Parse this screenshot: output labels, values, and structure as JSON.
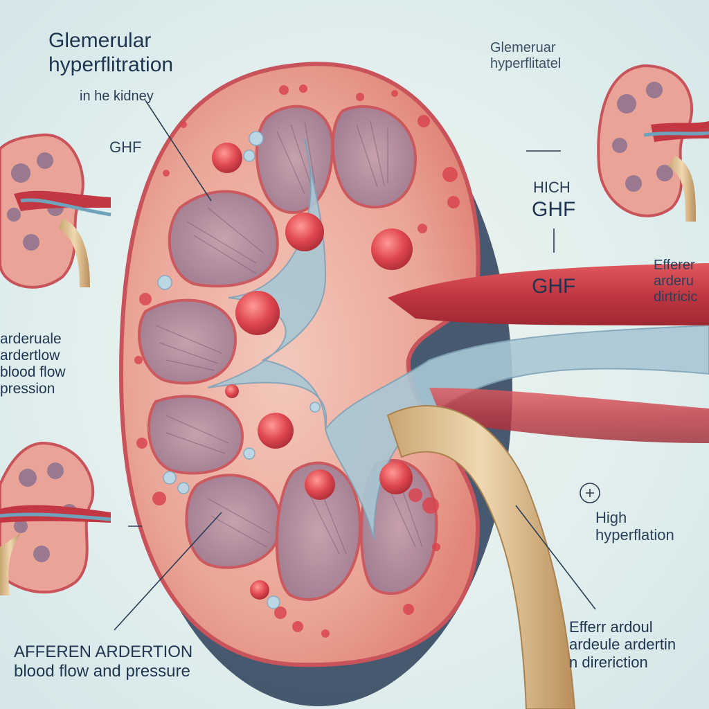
{
  "labels": {
    "title_line1": "Glemerular",
    "title_line2": "hyperflitration",
    "subtitle": "in he kidney",
    "ghf_left": "GHF",
    "right_title_line1": "Glemeruar",
    "right_title_line2": "hyperflitatel",
    "high_1": "HICH",
    "ghf_big": "GHF",
    "ghf_artery": "GHF",
    "efferent_right": [
      "Efferer",
      "arderu",
      "dirtricic"
    ],
    "left_block": [
      "arderuale",
      "ardertlow",
      "blood flow",
      "pression"
    ],
    "high_2": [
      "High",
      "hyperflation"
    ],
    "afferent_bottom": [
      "AFFEREN ARDERTION",
      "blood flow and pressure"
    ],
    "efferent_bottom": [
      "Efferr ardoul",
      "ardeule ardertin",
      "n direriction"
    ]
  },
  "colors": {
    "kidney_cortex": "#e48a7f",
    "kidney_outline": "#c9535a",
    "glomerulus": "#e0484f",
    "artery": "#c93b45",
    "ureter": "#d8bb8e",
    "pelvis": "#8fb7c8",
    "background": "#e4efec"
  }
}
